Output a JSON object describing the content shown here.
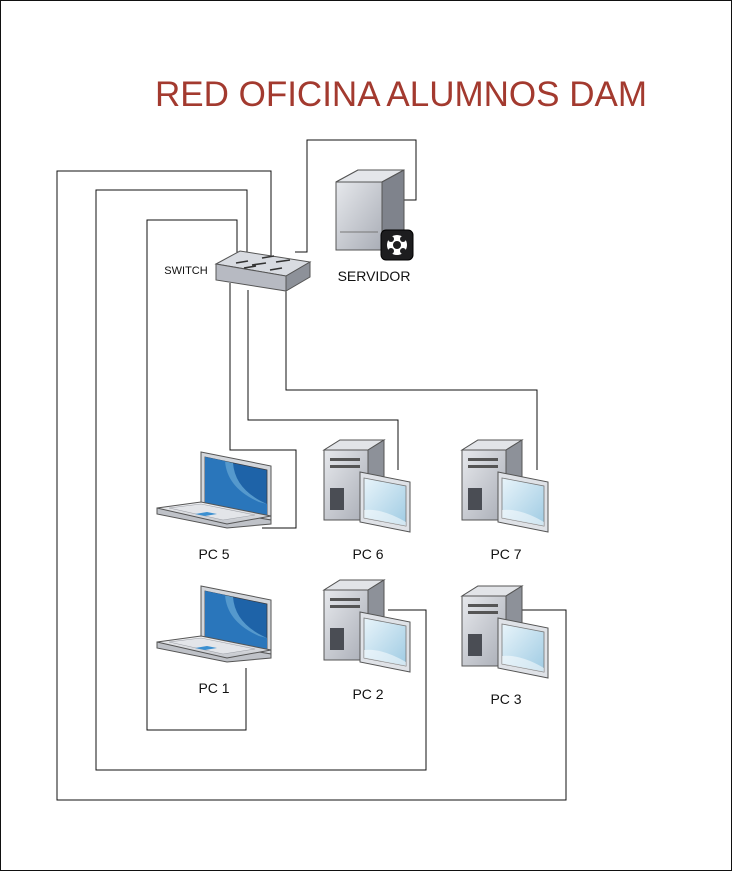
{
  "title": "RED OFICINA ALUMNOS DAM",
  "colors": {
    "title": "#a33a2f",
    "wire": "#111111",
    "screen_blue": "#1e63a8",
    "screen_light": "#cfe6f3",
    "device_grey": "#c9ccd3",
    "device_dark": "#6b6f78"
  },
  "switch": {
    "label": "SWITCH",
    "icon": "network-switch-icon"
  },
  "server": {
    "label": "SERVIDOR",
    "icon": "server-icon",
    "badge_icon": "web-services-badge-icon"
  },
  "devices": {
    "pc5": {
      "label": "PC 5",
      "icon": "laptop-icon"
    },
    "pc6": {
      "label": "PC 6",
      "icon": "desktop-pc-icon"
    },
    "pc7": {
      "label": "PC 7",
      "icon": "desktop-pc-icon"
    },
    "pc1": {
      "label": "PC 1",
      "icon": "laptop-icon"
    },
    "pc2": {
      "label": "PC 2",
      "icon": "desktop-pc-icon"
    },
    "pc3": {
      "label": "PC 3",
      "icon": "desktop-pc-icon"
    }
  },
  "connections": [
    {
      "from": "switch",
      "to": "server"
    },
    {
      "from": "switch",
      "to": "pc5"
    },
    {
      "from": "switch",
      "to": "pc6"
    },
    {
      "from": "switch",
      "to": "pc7"
    },
    {
      "from": "switch",
      "to": "pc1"
    },
    {
      "from": "switch",
      "to": "pc2"
    },
    {
      "from": "switch",
      "to": "pc3"
    }
  ]
}
